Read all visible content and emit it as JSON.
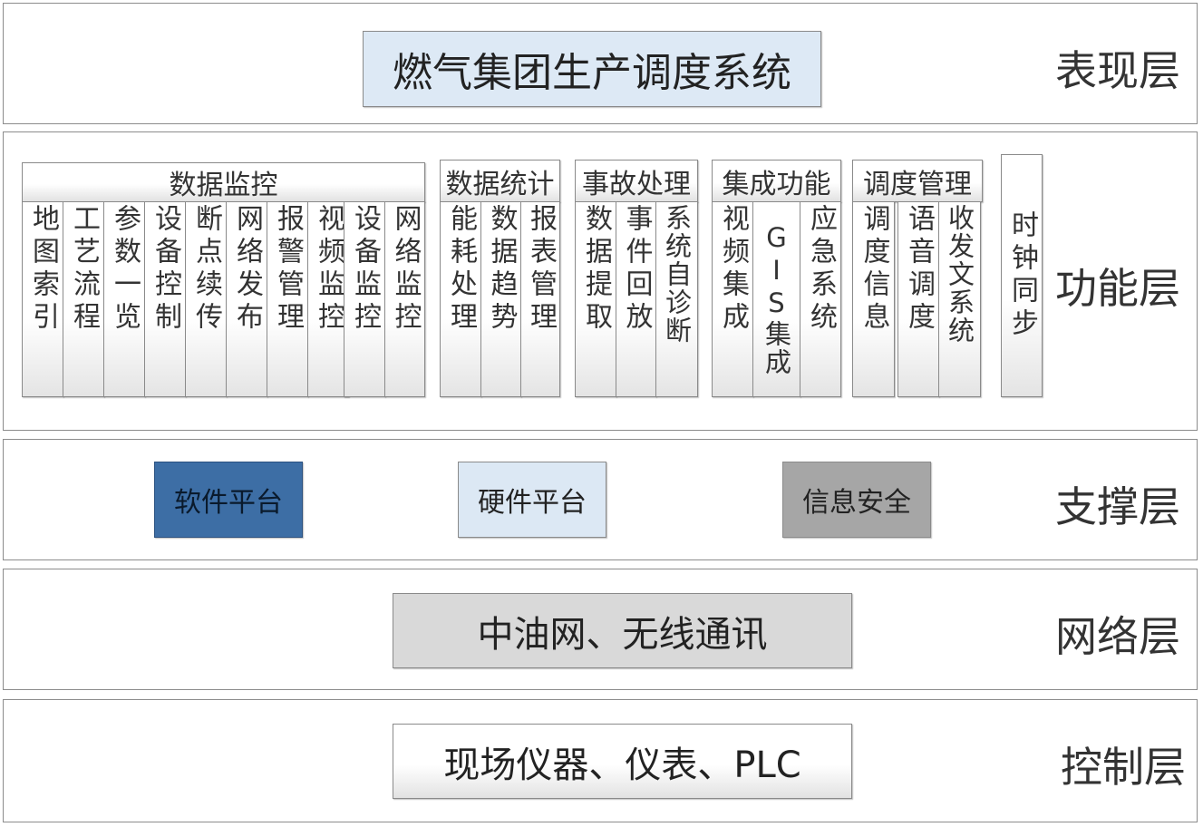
{
  "layers": {
    "presentation": {
      "label": "表现层",
      "system_title": "燃气集团生产调度系统"
    },
    "function": {
      "label": "功能层",
      "groups": [
        {
          "title": "数据监控",
          "items": [
            "地图索引",
            "工艺流程",
            "参数一览",
            "设备控制",
            "断点续传",
            "网络发布",
            "报警管理",
            "视频监控",
            "设备监控",
            "网络监控"
          ]
        },
        {
          "title": "数据统计",
          "items": [
            "能耗处理",
            "数据趋势",
            "报表管理"
          ]
        },
        {
          "title": "事故处理",
          "items": [
            "数据提取",
            "事件回放",
            "系统自诊断"
          ]
        },
        {
          "title": "集成功能",
          "items": [
            "视频集成",
            "GIS集成",
            "应急系统"
          ]
        },
        {
          "title": "调度管理",
          "items": [
            "调度信息",
            "语音调度",
            "收发文系统"
          ]
        }
      ],
      "clock_sync": "时钟同步"
    },
    "support": {
      "label": "支撑层",
      "boxes": [
        "软件平台",
        "硬件平台",
        "信息安全"
      ],
      "colors": [
        "#3d6ea5",
        "#dce8f4",
        "#a6a6a6"
      ]
    },
    "network": {
      "label": "网络层",
      "box": "中油网、无线通讯"
    },
    "control": {
      "label": "控制层",
      "box": "现场仪器、仪表、PLC"
    }
  }
}
